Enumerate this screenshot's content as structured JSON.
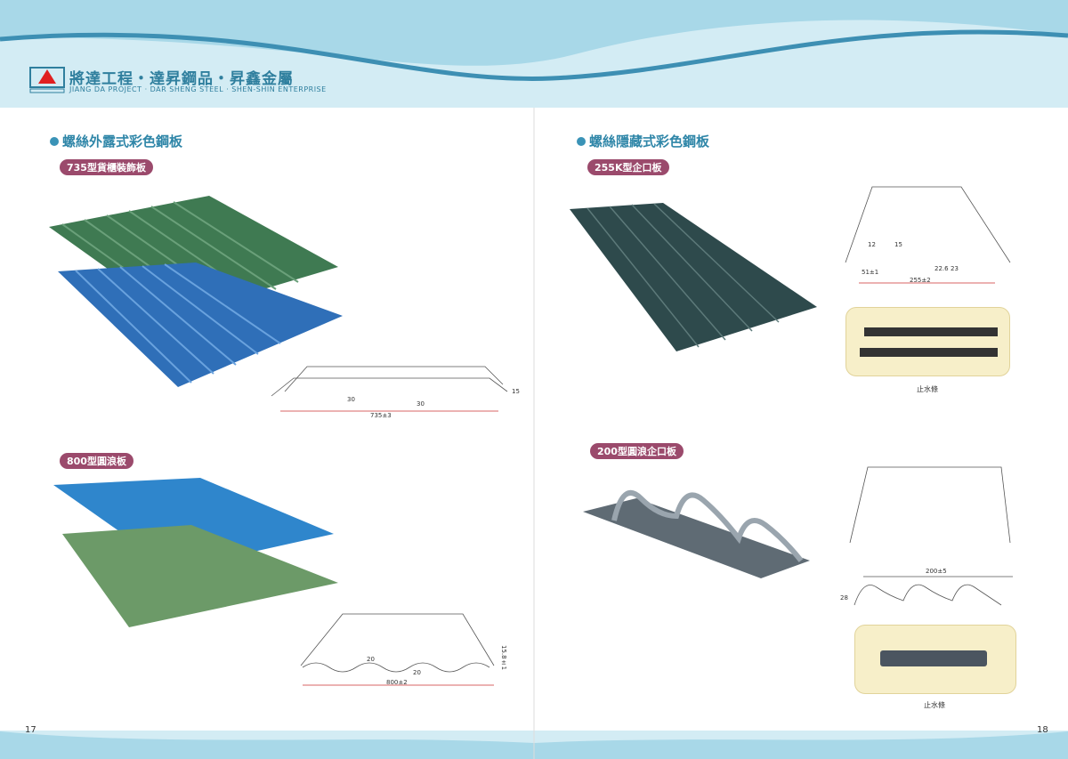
{
  "header": {
    "company_zh": "將達工程・達昇鋼品・昇鑫金屬",
    "company_en": "JIANG DA PROJECT · DAR SHENG STEEL · SHEN-SHIN ENTERPRISE"
  },
  "left": {
    "section_title": "螺絲外露式彩色鋼板",
    "products": [
      {
        "name": "735型貨櫃裝飾板",
        "dims": [
          "30",
          "30",
          "735±3",
          "15"
        ]
      },
      {
        "name": "800型圓浪板",
        "dims": [
          "20",
          "20",
          "800±2",
          "15.8±1"
        ]
      }
    ],
    "page": "17"
  },
  "right": {
    "section_title": "螺絲隱藏式彩色鋼板",
    "products": [
      {
        "name": "255K型企口板",
        "dims": [
          "12",
          "15",
          "51±1",
          "22.6",
          "23",
          "255±2"
        ],
        "caption": "止水條"
      },
      {
        "name": "200型圓浪企口板",
        "dims": [
          "200±5",
          "28"
        ],
        "caption": "止水條"
      }
    ],
    "page": "18"
  },
  "colors": {
    "header": "#d3ecf4",
    "wave": "#3d8fb3",
    "pill": "#9b4a6c",
    "green": "#3f7a52",
    "blue": "#2f6fb8"
  }
}
